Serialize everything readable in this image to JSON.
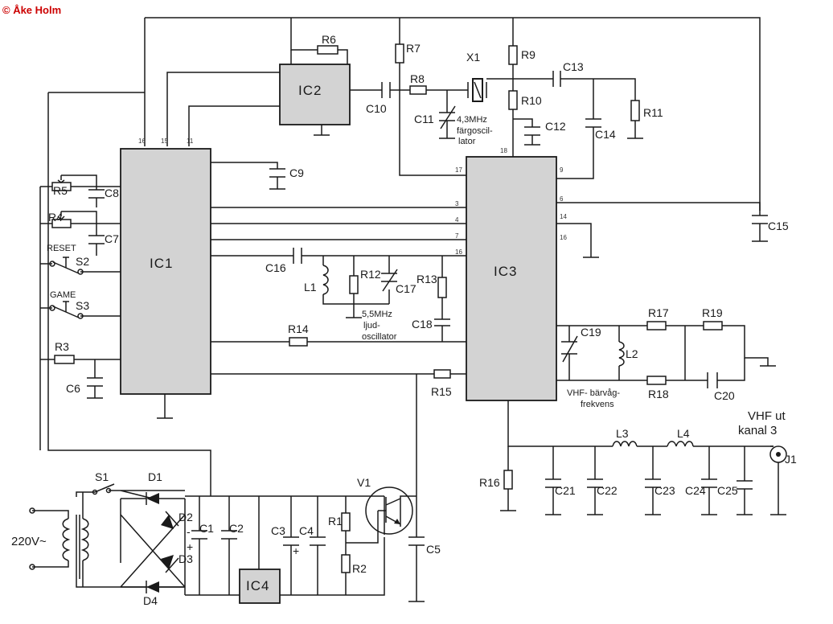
{
  "copyright": "© Åke Holm",
  "copyright_color": "#cc0000",
  "ics": {
    "ic1": "IC1",
    "ic2": "IC2",
    "ic3": "IC3",
    "ic4": "IC4"
  },
  "resistors": {
    "r1": "R1",
    "r2": "R2",
    "r3": "R3",
    "r4": "R4",
    "r5": "R5",
    "r6": "R6",
    "r7": "R7",
    "r8": "R8",
    "r9": "R9",
    "r10": "R10",
    "r11": "R11",
    "r12": "R12",
    "r13": "R13",
    "r14": "R14",
    "r15": "R15",
    "r16": "R16",
    "r17": "R17",
    "r18": "R18",
    "r19": "R19"
  },
  "capacitors": {
    "c1": "C1",
    "c2": "C2",
    "c3": "C3",
    "c4": "C4",
    "c5": "C5",
    "c6": "C6",
    "c7": "C7",
    "c8": "C8",
    "c9": "C9",
    "c10": "C10",
    "c11": "C11",
    "c12": "C12",
    "c13": "C13",
    "c14": "C14",
    "c15": "C15",
    "c16": "C16",
    "c17": "C17",
    "c18": "C18",
    "c19": "C19",
    "c20": "C20",
    "c21": "C21",
    "c22": "C22",
    "c23": "C23",
    "c24": "C24",
    "c25": "C25"
  },
  "inductors": {
    "l1": "L1",
    "l2": "L2",
    "l3": "L3",
    "l4": "L4"
  },
  "diodes": {
    "d1": "D1",
    "d2": "D2",
    "d3": "D3",
    "d4": "D4"
  },
  "misc": {
    "x1": "X1",
    "v1": "V1",
    "j1": "J1",
    "s1": "S1",
    "s2": "S2",
    "s3": "S3",
    "reset": "RESET",
    "game": "GAME",
    "mains": "220V~",
    "vhf_out": "VHF ut",
    "vhf_channel": "kanal 3"
  },
  "notes": {
    "osc_color_1": "4,3MHz",
    "osc_color_2": "färgoscil-",
    "osc_color_3": "lator",
    "osc_sound_1": "5,5MHz",
    "osc_sound_2": "ljud-",
    "osc_sound_3": "oscillator",
    "carrier_1": "VHF- bärvåg-",
    "carrier_2": "frekvens"
  }
}
